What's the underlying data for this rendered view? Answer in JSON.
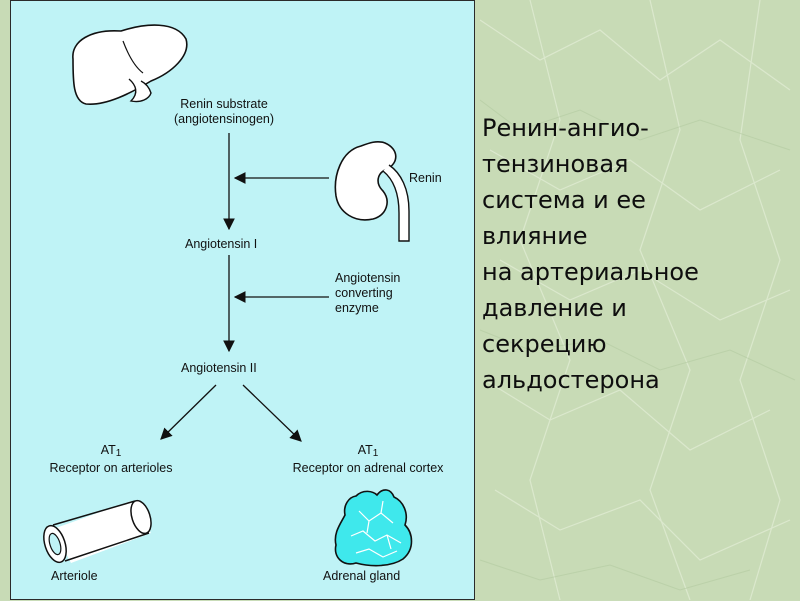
{
  "slide": {
    "title_lines": [
      "Ренин-ангио-",
      "тензиновая",
      "система и ее",
      "влияние",
      "на артериальное",
      "давление и",
      "секрецию",
      "альдостерона"
    ]
  },
  "diagram": {
    "renin_substrate": "Renin substrate",
    "angiotensinogen": "(angiotensinogen)",
    "renin": "Renin",
    "angiotensin_1": "Angiotensin I",
    "ace_line1": "Angiotensin",
    "ace_line2": "converting",
    "ace_line3": "enzyme",
    "angiotensin_2": "Angiotensin II",
    "at_left": "AT",
    "at_left_sub": "1",
    "receptor_arterioles": "Receptor on arterioles",
    "at_right": "AT",
    "at_right_sub": "1",
    "receptor_adrenal": "Receptor on adrenal cortex",
    "arteriole": "Arteriole",
    "adrenal_gland": "Adrenal gland"
  }
}
